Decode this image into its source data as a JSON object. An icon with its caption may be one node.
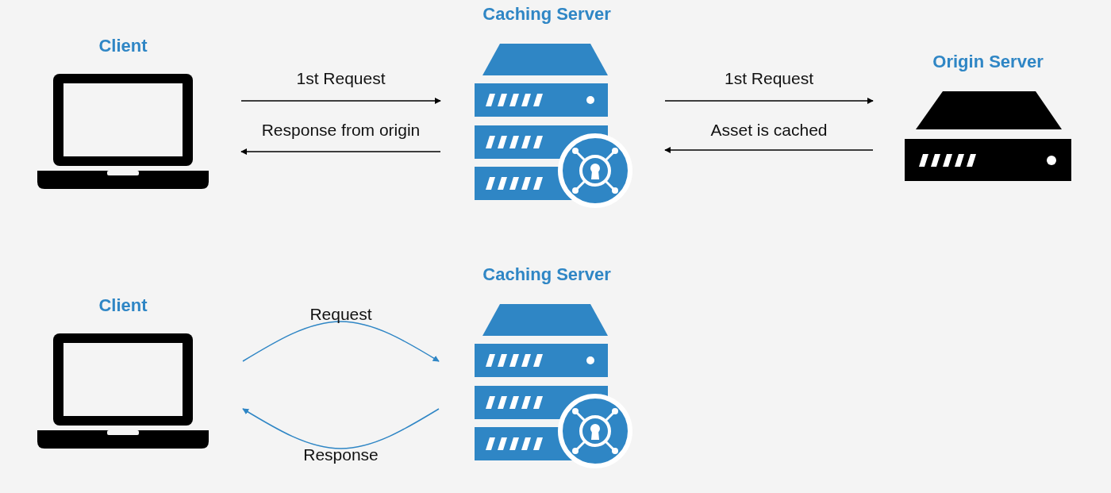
{
  "diagram": {
    "nodes": [
      {
        "text": [
          "Client"
        ]
      },
      {
        "text": [
          "Caching Server"
        ]
      },
      {
        "text": [
          "Origin Server"
        ]
      },
      {
        "text": [
          "Client"
        ]
      },
      {
        "text": [
          "Caching Server"
        ]
      }
    ],
    "edges": [
      {
        "from": 0,
        "to": 1,
        "arrow": "to",
        "label": "1st Request"
      },
      {
        "from": 1,
        "to": 0,
        "arrow": "to",
        "label": "Response from origin"
      },
      {
        "from": 1,
        "to": 2,
        "arrow": "to",
        "label": "1st Request"
      },
      {
        "from": 2,
        "to": 1,
        "arrow": "to",
        "label": "Asset is cached"
      },
      {
        "from": 3,
        "to": 4,
        "arrow": "to",
        "label": "Request",
        "color": "#2f86c5"
      },
      {
        "from": 4,
        "to": 3,
        "arrow": "to",
        "label": "Response",
        "color": "#2f86c5"
      }
    ]
  }
}
